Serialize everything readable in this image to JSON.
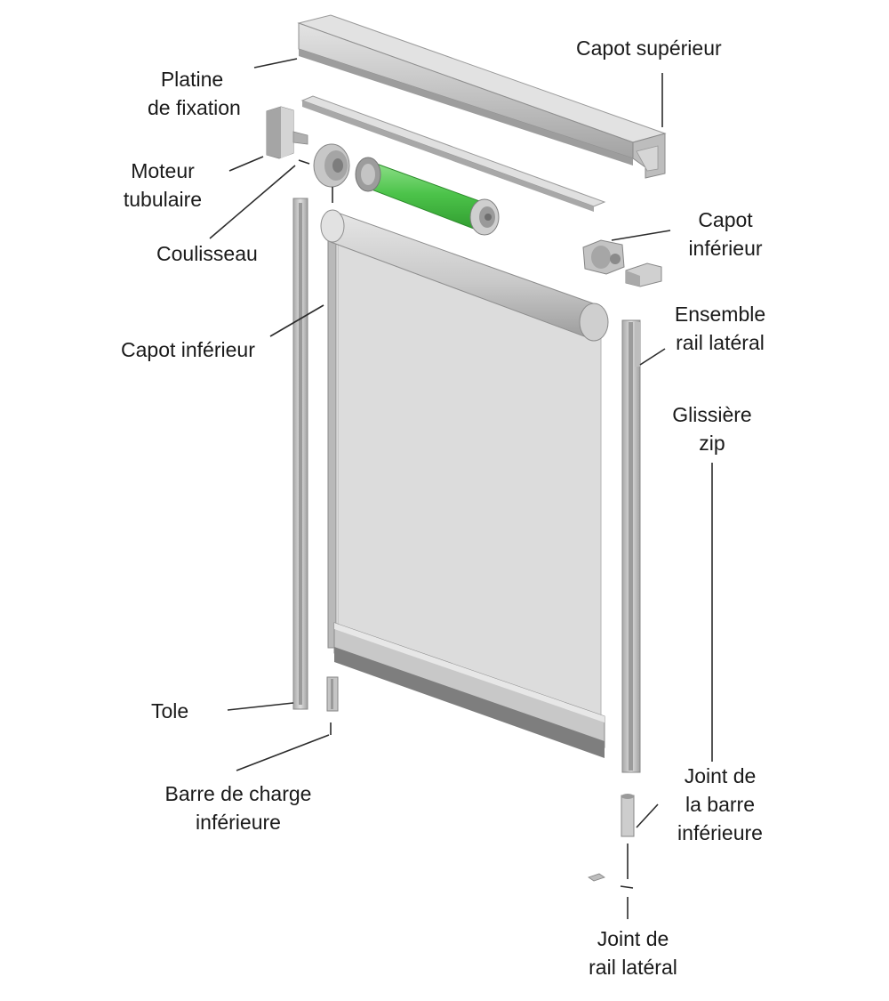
{
  "colors": {
    "metal_light": "#d2d2d2",
    "metal_mid": "#b5b5b5",
    "metal_dark": "#8e8e8e",
    "fabric": "#dcdcdc",
    "motor_green": "#4cc34a",
    "motor_green_dark": "#2f9a2e",
    "leader_line": "#2b2b2b"
  },
  "labels": {
    "capot_superieur": [
      "Capot supérieur"
    ],
    "platine_fixation": [
      "Platine",
      "de fixation"
    ],
    "moteur_tubulaire": [
      "Moteur",
      "tubulaire"
    ],
    "coulisseau": [
      "Coulisseau"
    ],
    "capot_inferieur_right": [
      "Capot",
      "inférieur"
    ],
    "capot_inferieur_left": [
      "Capot inférieur"
    ],
    "ensemble_rail": [
      "Ensemble",
      "rail latéral"
    ],
    "glissiere_zip": [
      "Glissière",
      "zip"
    ],
    "tole": [
      "Tole"
    ],
    "barre_charge": [
      "Barre de charge",
      "inférieure"
    ],
    "joint_barre": [
      "Joint de",
      "la barre",
      "inférieure"
    ],
    "joint_rail": [
      "Joint de",
      "rail latéral"
    ]
  }
}
